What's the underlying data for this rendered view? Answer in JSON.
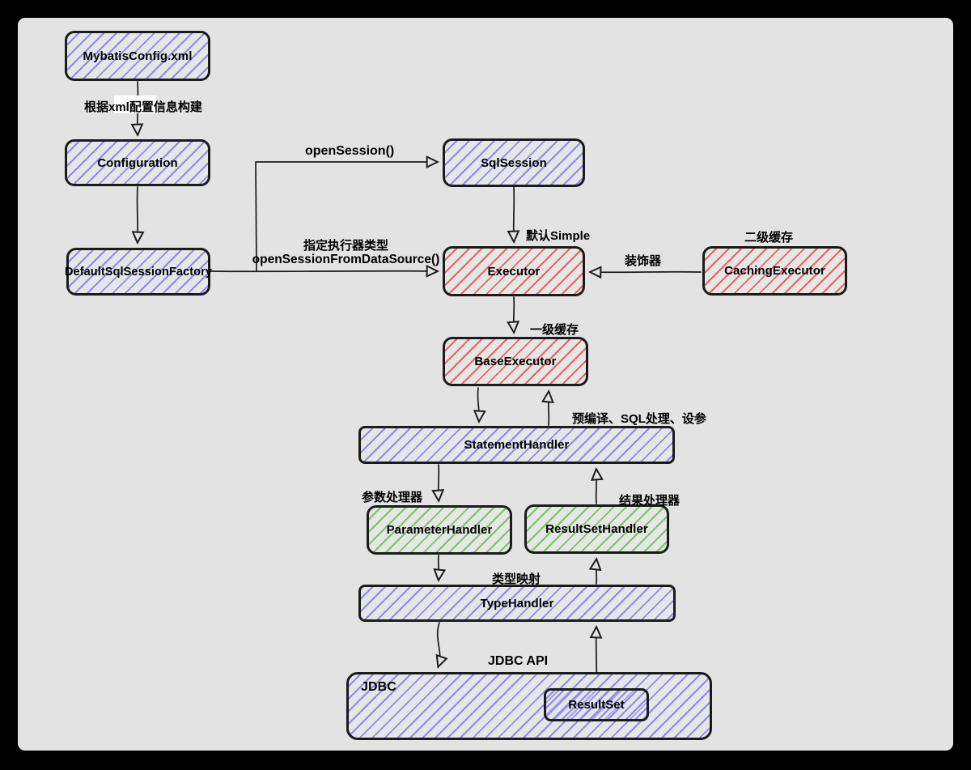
{
  "diagram": {
    "title": "MyBatis execution architecture",
    "colors": {
      "frame_bg": "#000000",
      "canvas_bg": "#e3e3e3",
      "stroke": "#1b1b1b",
      "blue_hatch": "#8b8bf0",
      "red_hatch": "#e8655c",
      "green_hatch": "#74c861",
      "arrow_label_patch": "#ffffff"
    },
    "nodes": {
      "mybatis_config": "MybatisConfig.xml",
      "configuration": "Configuration",
      "default_sql_session_factory": "DefaultSqlSessionFactory",
      "sql_session": "SqlSession",
      "executor": "Executor",
      "caching_executor": "CachingExecutor",
      "base_executor": "BaseExecutor",
      "statement_handler": "StatementHandler",
      "parameter_handler": "ParameterHandler",
      "result_set_handler": "ResultSetHandler",
      "type_handler": "TypeHandler",
      "jdbc": "JDBC",
      "result_set": "ResultSet"
    },
    "labels": {
      "build_from_xml": "根据xml配置信息构建",
      "open_session": "openSession()",
      "specify_executor_type": "指定执行器类型",
      "open_session_from_datasource": "openSessionFromDataSource()",
      "default_simple": "默认Simple",
      "decorator": "装饰器",
      "l2_cache": "二级缓存",
      "l1_cache": "一级缓存",
      "precompile_sql": "预编译、SQL处理、设参",
      "parameter_processor": "参数处理器",
      "result_processor": "结果处理器",
      "type_mapping": "类型映射",
      "jdbc_api": "JDBC API"
    }
  }
}
